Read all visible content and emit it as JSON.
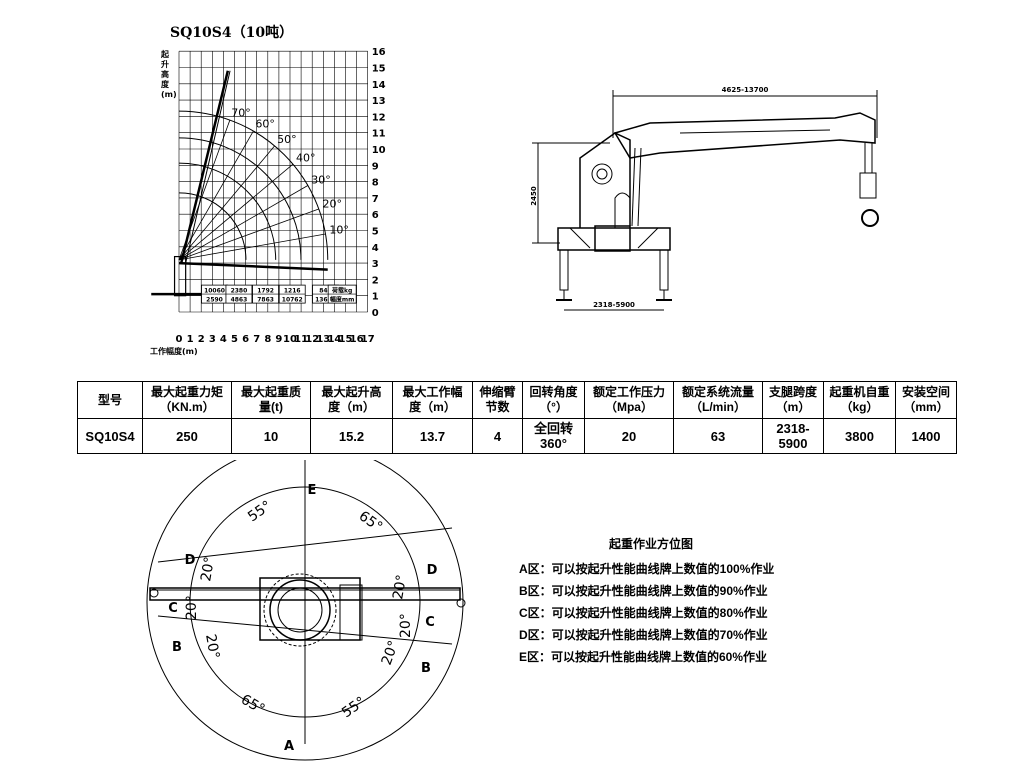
{
  "title": "SQ10S4（10吨）",
  "load_chart": {
    "ylabel": "起升高度(m)",
    "xlabel": "工作幅度(m)",
    "y_ticks": [
      "0",
      "1",
      "2",
      "3",
      "4",
      "5",
      "6",
      "7",
      "8",
      "9",
      "10",
      "11",
      "12",
      "13",
      "14",
      "15",
      "16"
    ],
    "x_ticks": [
      "0",
      "1",
      "2",
      "3",
      "4",
      "5",
      "6",
      "7",
      "8",
      "9",
      "10",
      "11",
      "12",
      "13",
      "14",
      "15",
      "16",
      "17"
    ],
    "angles": [
      "70°",
      "60°",
      "50°",
      "40°",
      "30°",
      "20°",
      "10°"
    ],
    "load_boxes": [
      {
        "top": "10060",
        "bottom": "2590"
      },
      {
        "top": "2380",
        "bottom": "4863"
      },
      {
        "top": "1792",
        "bottom": "7863"
      },
      {
        "top": "1216",
        "bottom": "10762"
      },
      {
        "top": "840",
        "bottom": "13663"
      }
    ],
    "units": {
      "top": "荷载kg",
      "bottom": "幅度mm"
    }
  },
  "side_view": {
    "reach_label": "4625-13700",
    "height_label": "2450",
    "span_label": "2318-5900"
  },
  "spec_table": {
    "headers": [
      [
        "型号"
      ],
      [
        "最大起重力矩",
        "（KN.m）"
      ],
      [
        "最大起重质",
        "量(t)"
      ],
      [
        "最大起升高",
        "度（m）"
      ],
      [
        "最大工作幅",
        "度（m）"
      ],
      [
        "伸缩臂",
        "节数"
      ],
      [
        "回转角度",
        "（°）"
      ],
      [
        "额定工作压力",
        "（Mpa）"
      ],
      [
        "额定系统流量",
        "（L/min）"
      ],
      [
        "支腿跨度",
        "（m）"
      ],
      [
        "起重机自重",
        "（kg）"
      ],
      [
        "安装空间",
        "（mm）"
      ]
    ],
    "row": [
      [
        "SQ10S4"
      ],
      [
        "250"
      ],
      [
        "10"
      ],
      [
        "15.2"
      ],
      [
        "13.7"
      ],
      [
        "4"
      ],
      [
        "全回转",
        "360°"
      ],
      [
        "20"
      ],
      [
        "63"
      ],
      [
        "2318-5900"
      ],
      [
        "3800"
      ],
      [
        "1400"
      ]
    ]
  },
  "zone_diagram": {
    "zone_labels": {
      "E": "E",
      "A": "A",
      "B_left": "B",
      "B_right": "B",
      "C_left": "C",
      "C_right": "C",
      "D_left": "D",
      "D_right": "D"
    },
    "angle_labels": {
      "top_left": "55°",
      "top_right": "65°",
      "bottom_left": "65°",
      "bottom_right": "55°",
      "d_left": "20°",
      "c_left": "20°",
      "b_left": "20°",
      "d_right": "20°",
      "c_right": "20°",
      "b_right": "20°"
    }
  },
  "legend": {
    "title": "起重作业方位图",
    "items": [
      "A区：可以按起升性能曲线牌上数值的100%作业",
      "B区：可以按起升性能曲线牌上数值的90%作业",
      "C区：可以按起升性能曲线牌上数值的80%作业",
      "D区：可以按起升性能曲线牌上数值的70%作业",
      "E区：可以按起升性能曲线牌上数值的60%作业"
    ]
  }
}
